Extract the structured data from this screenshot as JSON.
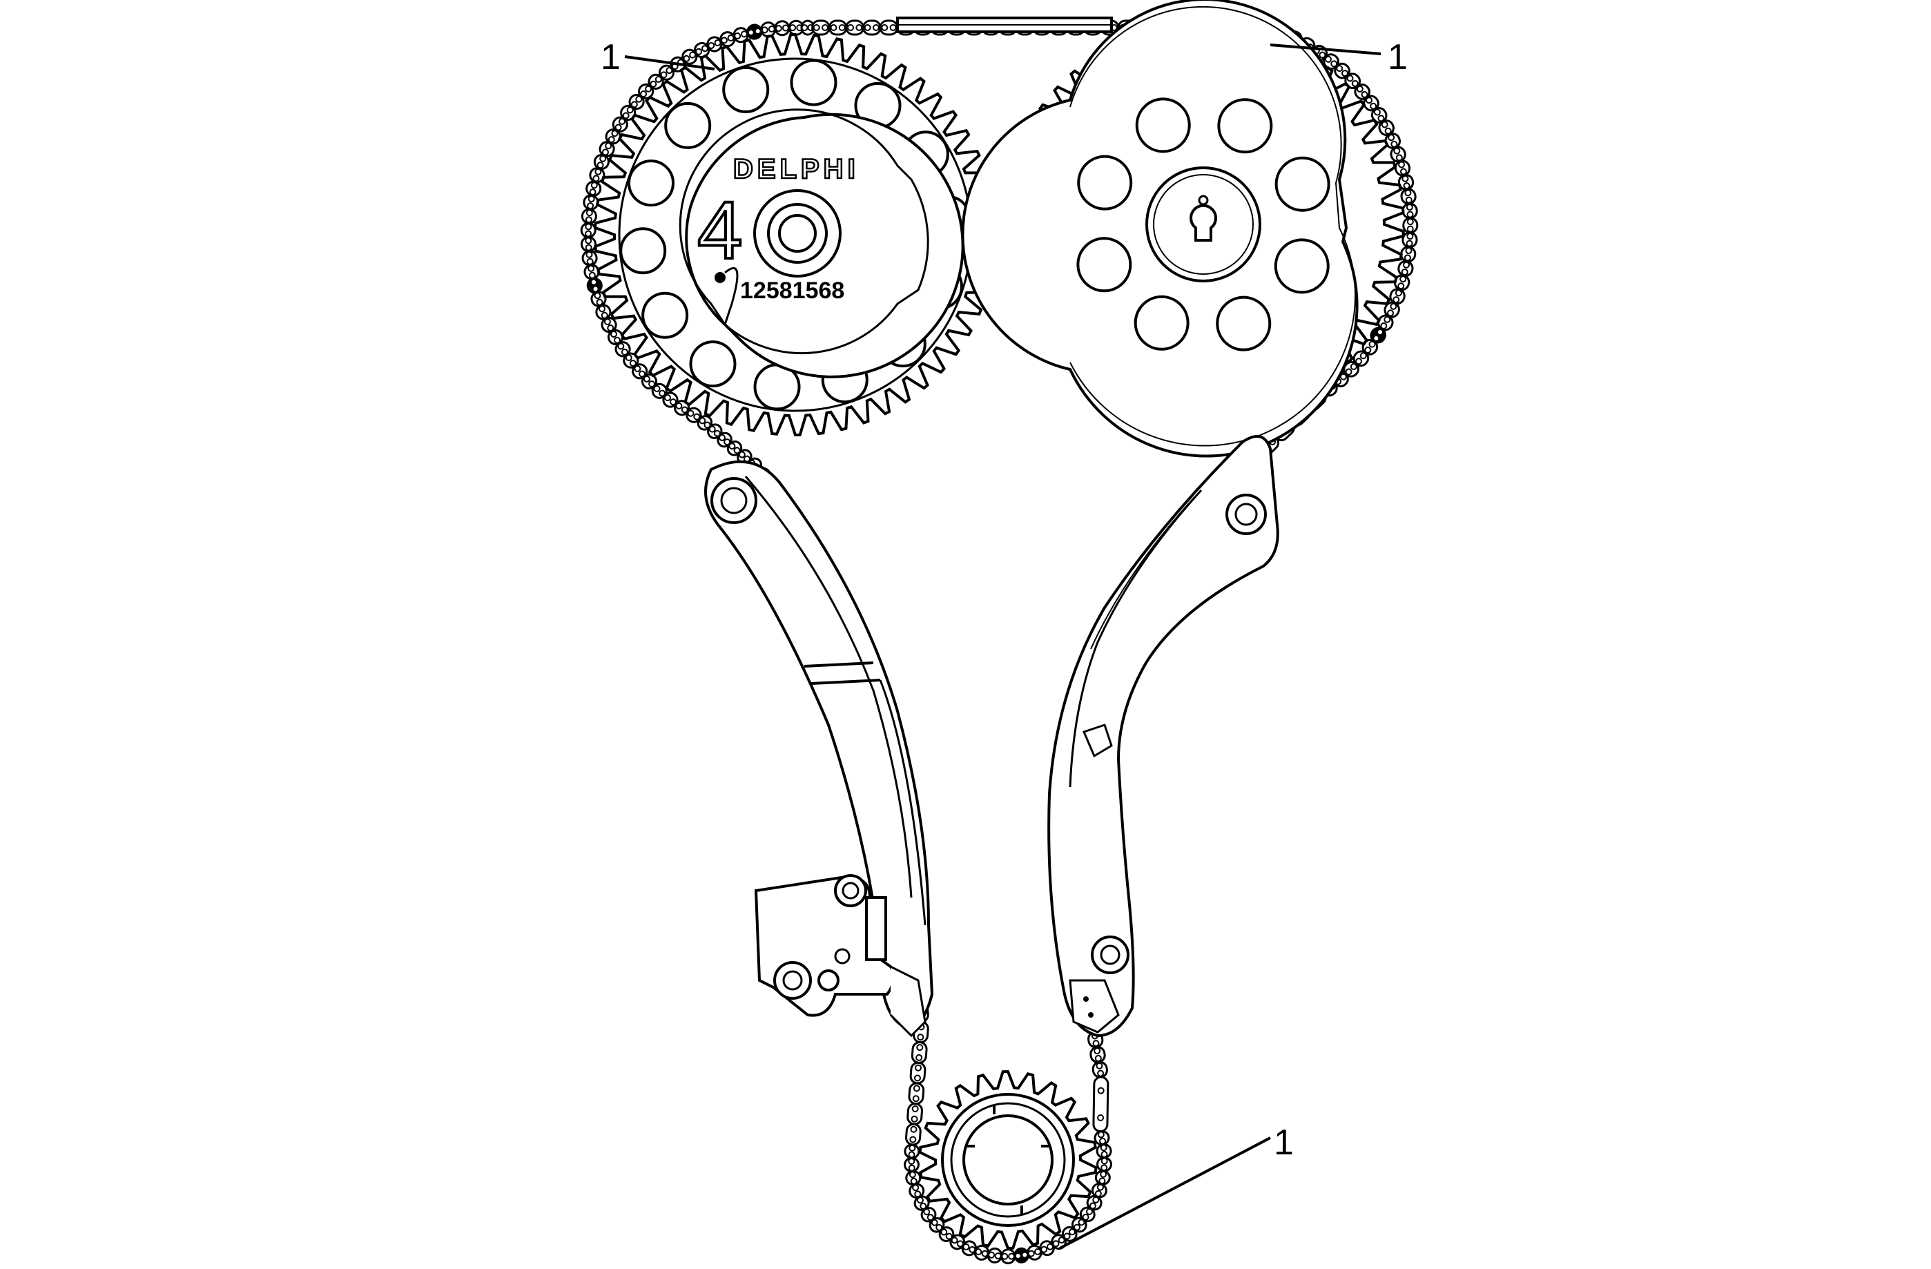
{
  "callouts": {
    "top_left": "1",
    "top_right": "1",
    "bottom": "1"
  },
  "intake_sprocket": {
    "brand": "DELPHI",
    "number": "4",
    "part_number": "12581568"
  },
  "colors": {
    "line": "#000000",
    "background": "#ffffff",
    "marked_link": "#000000"
  }
}
